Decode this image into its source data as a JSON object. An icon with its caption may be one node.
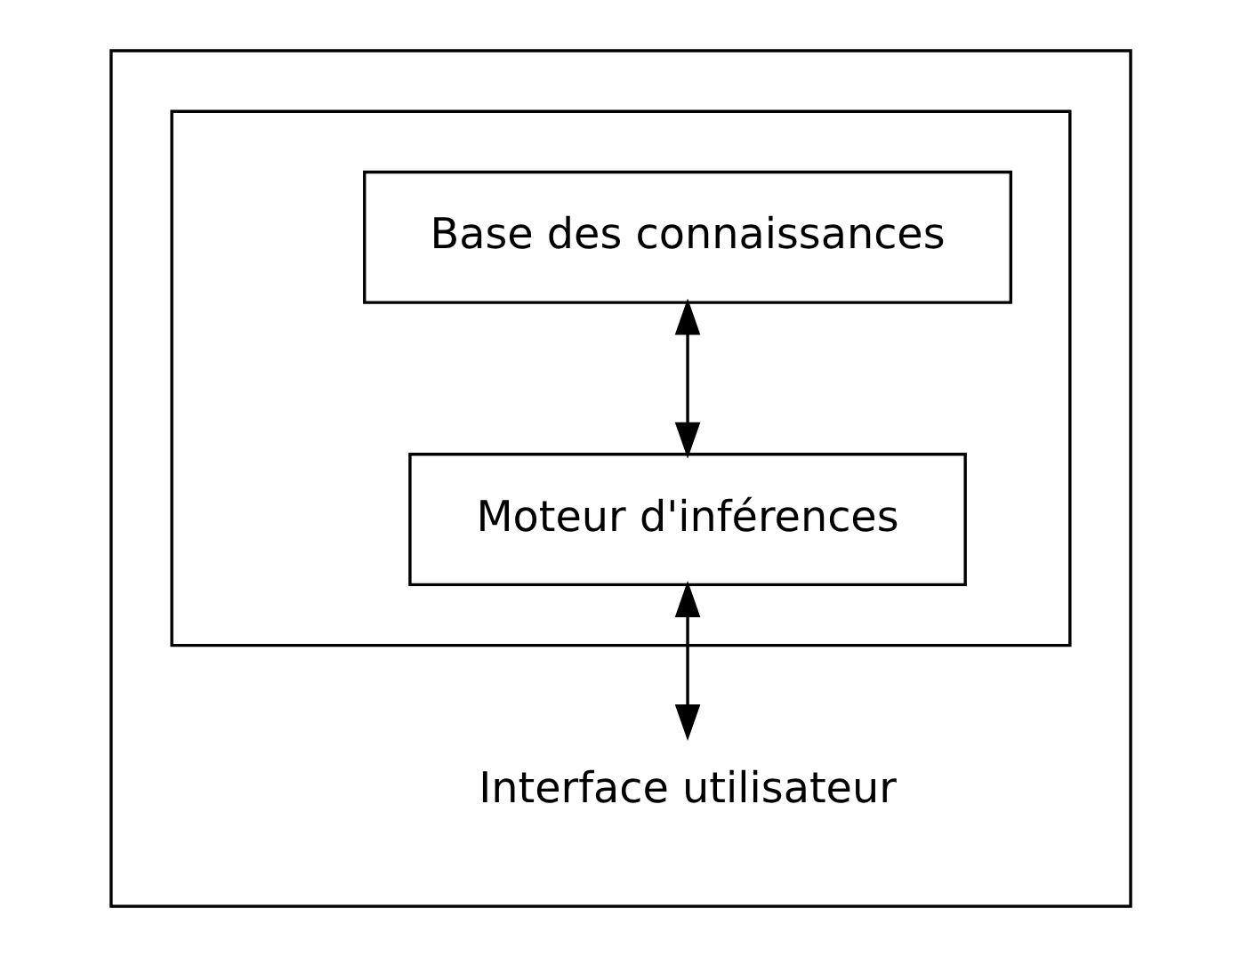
{
  "diagram": {
    "nodes": [
      {
        "text": [
          "Interface utilisateur"
        ]
      },
      {
        "text": [],
        "shape": "box",
        "in": 0
      },
      {
        "text": [
          "Base des connaissances"
        ],
        "in": 1
      },
      {
        "text": [
          "Moteur d'inférences"
        ],
        "in": 1
      }
    ],
    "edges": [
      {
        "from": 2,
        "to": 3,
        "arrow": "both"
      },
      {
        "from": 3,
        "to": 0,
        "arrow": "both"
      }
    ]
  }
}
